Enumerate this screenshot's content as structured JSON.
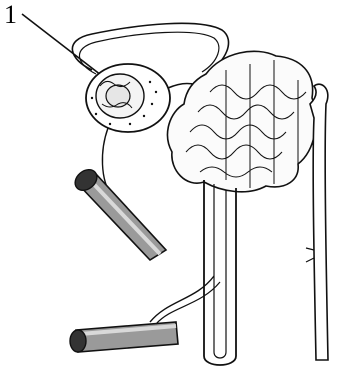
{
  "diagram": {
    "labels": [
      {
        "id": "1",
        "text": "1"
      }
    ],
    "colors": {
      "ink": "#111111",
      "vessel_fill": "#9a9a9a",
      "vessel_light": "#d9d9d9",
      "background": "#ffffff"
    },
    "structures": [
      "glomerulus-capsule",
      "afferent-arteriole",
      "efferent-arteriole",
      "capillary-network",
      "renal-tubule",
      "collecting-duct",
      "renal-artery-branch",
      "renal-vein-branch"
    ]
  }
}
